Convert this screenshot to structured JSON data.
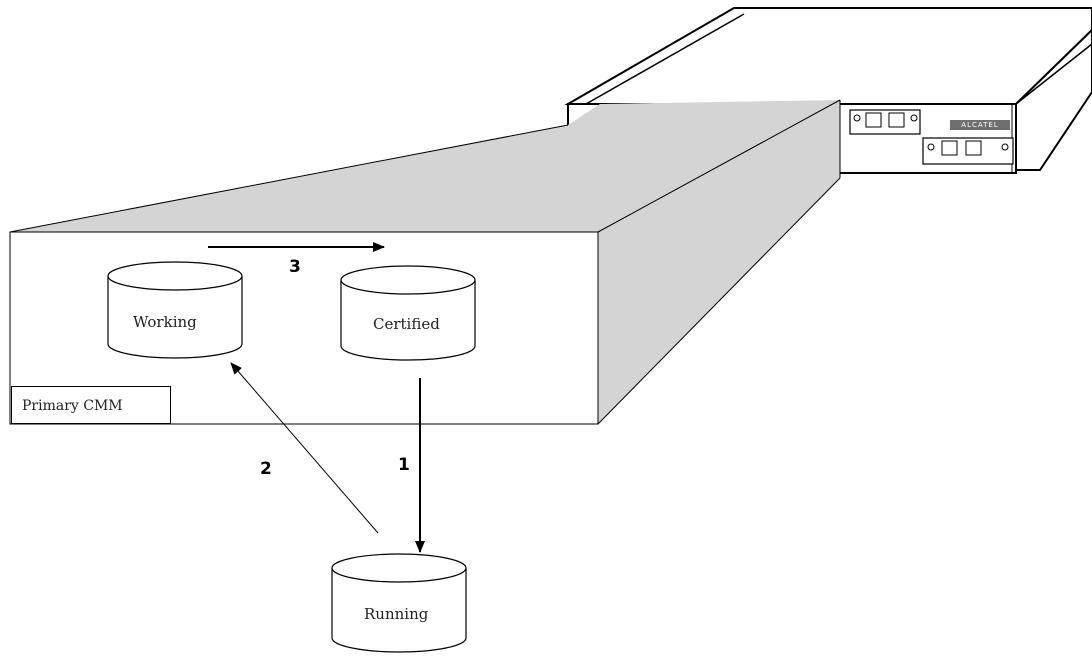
{
  "labels": {
    "working": "Working",
    "certified": "Certified",
    "running": "Running",
    "primary_cmm": "Primary CMM",
    "step1": "1",
    "step2": "2",
    "step3": "3",
    "brand": "ALCATEL"
  },
  "colors": {
    "panel_fill": "#d4d4d4",
    "stroke": "#000000",
    "background": "#ffffff"
  }
}
